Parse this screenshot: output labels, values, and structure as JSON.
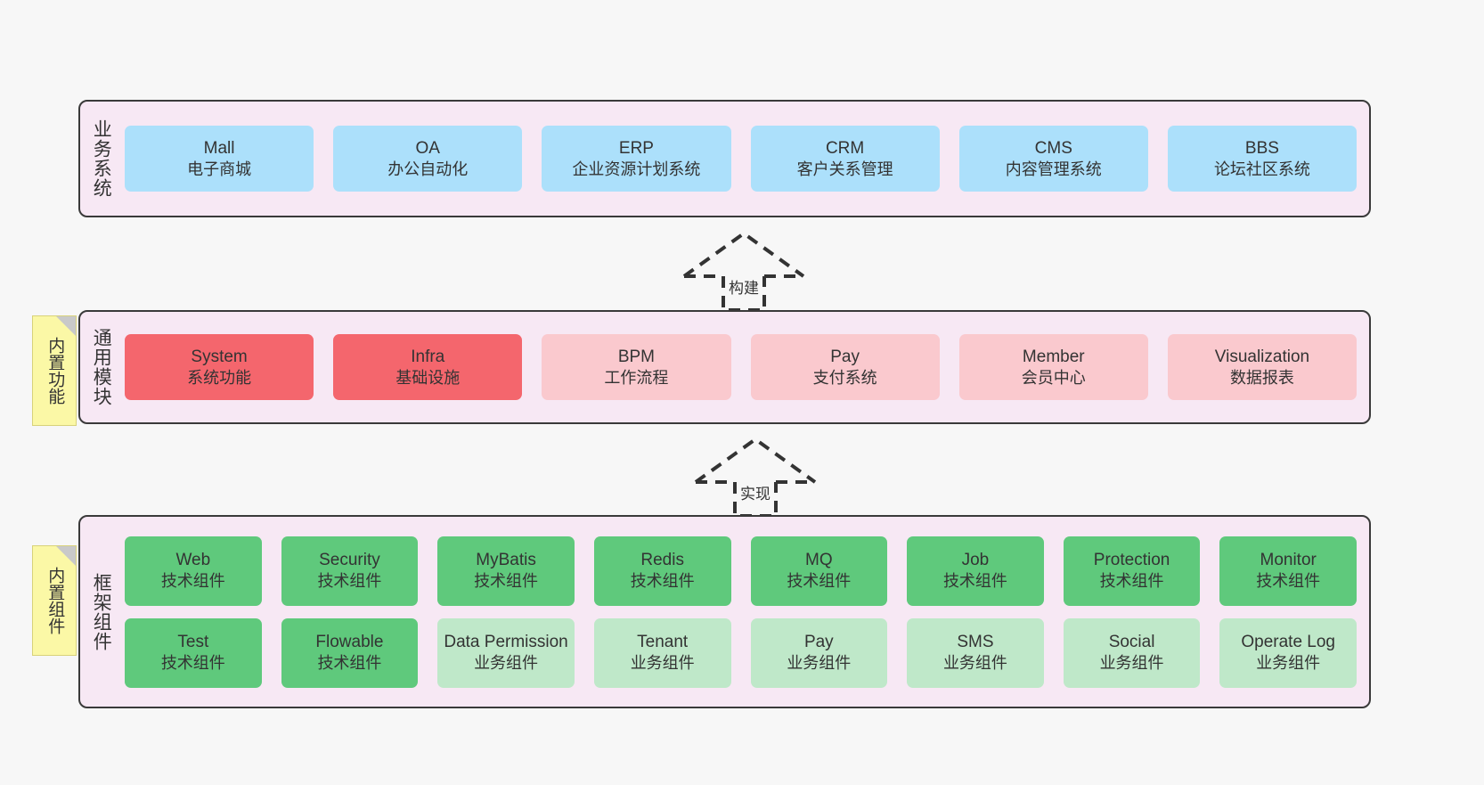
{
  "diagram": {
    "background_color": "#f7f7f7",
    "panel_background": "#f7e8f4",
    "panel_border_color": "#3a3a3a"
  },
  "layers": [
    {
      "id": "business-system",
      "title": "业务系统",
      "rows": [
        {
          "cards": [
            {
              "title": "Mall",
              "sub": "电子商城",
              "color": "#ace0fb",
              "variant": "blue"
            },
            {
              "title": "OA",
              "sub": "办公自动化",
              "color": "#ace0fb",
              "variant": "blue"
            },
            {
              "title": "ERP",
              "sub": "企业资源计划系统",
              "color": "#ace0fb",
              "variant": "blue"
            },
            {
              "title": "CRM",
              "sub": "客户关系管理",
              "color": "#ace0fb",
              "variant": "blue"
            },
            {
              "title": "CMS",
              "sub": "内容管理系统",
              "color": "#ace0fb",
              "variant": "blue"
            },
            {
              "title": "BBS",
              "sub": "论坛社区系统",
              "color": "#ace0fb",
              "variant": "blue"
            }
          ]
        }
      ]
    },
    {
      "id": "common-module",
      "title": "通用模块",
      "rows": [
        {
          "cards": [
            {
              "title": "System",
              "sub": "系统功能",
              "color": "#f4666d",
              "variant": "red"
            },
            {
              "title": "Infra",
              "sub": "基础设施",
              "color": "#f4666d",
              "variant": "red"
            },
            {
              "title": "BPM",
              "sub": "工作流程",
              "color": "#fac9ce",
              "variant": "pink"
            },
            {
              "title": "Pay",
              "sub": "支付系统",
              "color": "#fac9ce",
              "variant": "pink"
            },
            {
              "title": "Member",
              "sub": "会员中心",
              "color": "#fac9ce",
              "variant": "pink"
            },
            {
              "title": "Visualization",
              "sub": "数据报表",
              "color": "#fac9ce",
              "variant": "pink"
            }
          ]
        }
      ]
    },
    {
      "id": "framework-component",
      "title": "框架组件",
      "rows": [
        {
          "cards": [
            {
              "title": "Web",
              "sub": "技术组件",
              "color": "#5fc97c",
              "variant": "green"
            },
            {
              "title": "Security",
              "sub": "技术组件",
              "color": "#5fc97c",
              "variant": "green"
            },
            {
              "title": "MyBatis",
              "sub": "技术组件",
              "color": "#5fc97c",
              "variant": "green"
            },
            {
              "title": "Redis",
              "sub": "技术组件",
              "color": "#5fc97c",
              "variant": "green"
            },
            {
              "title": "MQ",
              "sub": "技术组件",
              "color": "#5fc97c",
              "variant": "green"
            },
            {
              "title": "Job",
              "sub": "技术组件",
              "color": "#5fc97c",
              "variant": "green"
            },
            {
              "title": "Protection",
              "sub": "技术组件",
              "color": "#5fc97c",
              "variant": "green"
            },
            {
              "title": "Monitor",
              "sub": "技术组件",
              "color": "#5fc97c",
              "variant": "green"
            }
          ]
        },
        {
          "cards": [
            {
              "title": "Test",
              "sub": "技术组件",
              "color": "#5fc97c",
              "variant": "green"
            },
            {
              "title": "Flowable",
              "sub": "技术组件",
              "color": "#5fc97c",
              "variant": "green"
            },
            {
              "title": "Data Permission",
              "sub": "业务组件",
              "color": "#bfe8c9",
              "variant": "lightgreen"
            },
            {
              "title": "Tenant",
              "sub": "业务组件",
              "color": "#bfe8c9",
              "variant": "lightgreen"
            },
            {
              "title": "Pay",
              "sub": "业务组件",
              "color": "#bfe8c9",
              "variant": "lightgreen"
            },
            {
              "title": "SMS",
              "sub": "业务组件",
              "color": "#bfe8c9",
              "variant": "lightgreen"
            },
            {
              "title": "Social",
              "sub": "业务组件",
              "color": "#bfe8c9",
              "variant": "lightgreen"
            },
            {
              "title": "Operate Log",
              "sub": "业务组件",
              "color": "#bfe8c9",
              "variant": "lightgreen"
            }
          ]
        }
      ]
    }
  ],
  "sticky_notes": [
    {
      "id": "builtin-function",
      "label": "内置功能",
      "color": "#fbf8a6"
    },
    {
      "id": "builtin-component",
      "label": "内置组件",
      "color": "#fbf8a6"
    }
  ],
  "connectors": [
    {
      "id": "build",
      "label": "构建",
      "style": "dashed-hollow-arrow-up"
    },
    {
      "id": "realize",
      "label": "实现",
      "style": "dashed-hollow-arrow-up"
    }
  ]
}
